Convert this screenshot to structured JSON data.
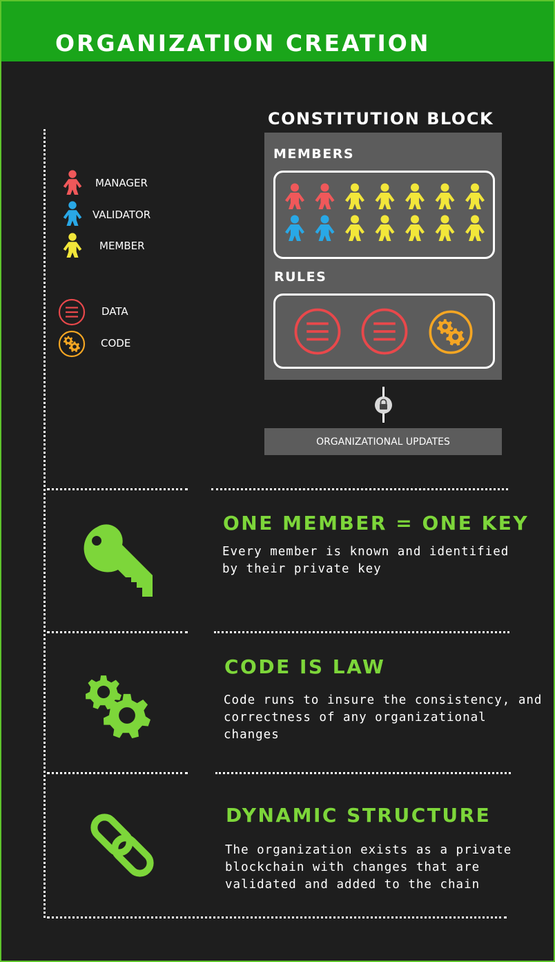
{
  "header": {
    "title": "ORGANIZATION CREATION"
  },
  "legend": {
    "manager": "MANAGER",
    "validator": "VALIDATOR",
    "member": "MEMBER",
    "data": "DATA",
    "code": "CODE"
  },
  "constitution": {
    "title": "CONSTITUTION BLOCK",
    "members_title": "MEMBERS",
    "rules_title": "RULES",
    "updates_label": "ORGANIZATIONAL UPDATES"
  },
  "sections": [
    {
      "title": "ONE MEMBER = ONE KEY",
      "desc": [
        "Every member is known and identified",
        "by their private key"
      ],
      "icon": "key-icon"
    },
    {
      "title": "CODE IS LAW",
      "desc": [
        "Code runs to insure the consistency, and",
        "correctness of any organizational",
        "changes"
      ],
      "icon": "gears-icon"
    },
    {
      "title": "DYNAMIC STRUCTURE",
      "desc": [
        "The organization exists as a private",
        "blockchain with changes that are",
        "validated and added to the chain"
      ],
      "icon": "chain-link-icon"
    }
  ],
  "colors": {
    "accent_green": "#7dd63a",
    "header_green": "#1aa51a",
    "manager": "#f0585a",
    "validator": "#29a8e6",
    "member": "#f2e63a",
    "data": "#e8484b",
    "code": "#f5a623",
    "background": "#1e1e1e",
    "panel_gray": "#5c5c5c"
  }
}
